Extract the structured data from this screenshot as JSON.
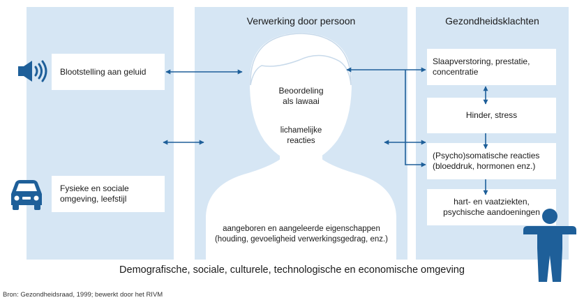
{
  "colors": {
    "panel": "#d6e6f4",
    "accent": "#1e5f99",
    "icon": "#1e5f99"
  },
  "headers": {
    "middle": "Verwerking door persoon",
    "right": "Gezondheidsklachten"
  },
  "left": {
    "exposure": "Blootstelling aan geluid",
    "environment_line1": "Fysieke en sociale",
    "environment_line2": "omgeving, leefstijl"
  },
  "middle": {
    "assessment_line1": "Beoordeling",
    "assessment_line2": "als lawaai",
    "physical_line1": "lichamelijke",
    "physical_line2": "reacties",
    "traits_line1": "aangeboren en aangeleerde eigenschappen",
    "traits_line2": "(houding, gevoeligheid verwerkingsgedrag, enz.)"
  },
  "right": {
    "sleep_line1": "Slaapverstoring, prestatie,",
    "sleep_line2": "concentratie",
    "hinder": "Hinder, stress",
    "psycho_line1": "(Psycho)somatische reacties",
    "psycho_line2": "(bloeddruk, hormonen enz.)",
    "cardio_line1": "hart- en vaatziekten,",
    "cardio_line2": "psychische aandoeningen"
  },
  "icons": {
    "speaker": "speaker-icon",
    "car": "car-icon",
    "person_head": "person-silhouette-icon",
    "person_figure": "standing-person-icon"
  },
  "footer": "Demografische, sociale, culturele, technologische en economische omgeving",
  "source": "Bron: Gezondheidsraad, 1999; bewerkt door het RIVM"
}
